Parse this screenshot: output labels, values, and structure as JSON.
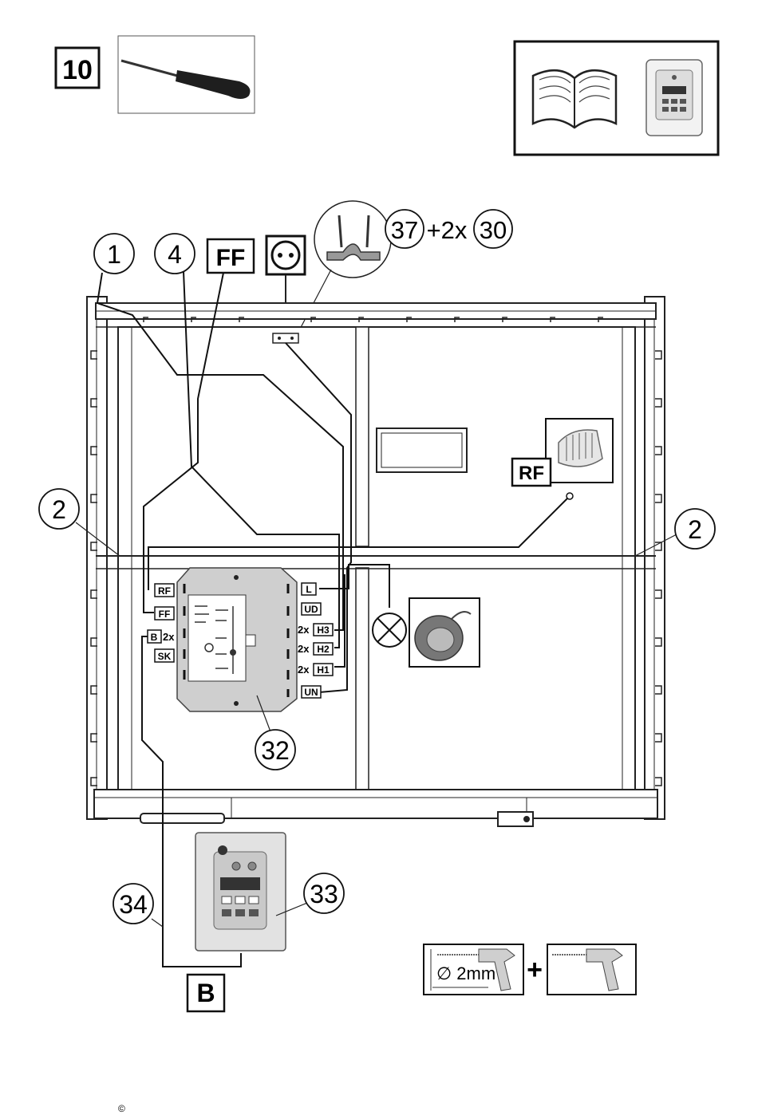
{
  "step": {
    "number": "10"
  },
  "labels": {
    "ff_top": "FF",
    "screw_set_a": "37",
    "screw_set_plus": "+2x",
    "screw_set_b": "30",
    "rf_box": "RF",
    "copyright": "©"
  },
  "callouts": {
    "c1": "1",
    "c4": "4",
    "c2_left": "2",
    "c2_right": "2",
    "c32": "32",
    "c33": "33",
    "c34": "34"
  },
  "terminals": {
    "left": [
      {
        "label": "RF"
      },
      {
        "label": "FF"
      },
      {
        "label": "B",
        "qty": "2x"
      },
      {
        "label": "SK"
      }
    ],
    "right": [
      {
        "label": "L"
      },
      {
        "label": "UD"
      },
      {
        "label": "H3",
        "qty": "2x"
      },
      {
        "label": "H2",
        "qty": "2x"
      },
      {
        "label": "H1",
        "qty": "2x"
      },
      {
        "label": "UN"
      }
    ]
  },
  "bottom_box": {
    "label": "B"
  },
  "drill": {
    "diameter": "∅ 2mm",
    "plus": "+"
  }
}
